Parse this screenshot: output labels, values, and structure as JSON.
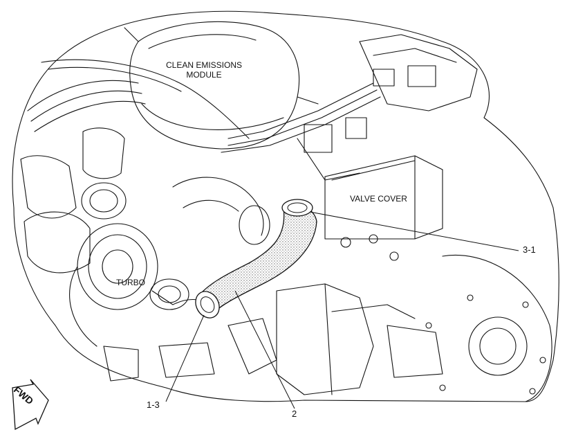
{
  "labels": {
    "module_line1": "CLEAN EMISSIONS",
    "module_line2": "MODULE",
    "valve_cover": "VALVE COVER",
    "turbo": "TURBO"
  },
  "callouts": {
    "c3_1": "3-1",
    "c1_3": "1-3",
    "c2": "2"
  },
  "orientation": {
    "forward": "FWD"
  },
  "colors": {
    "line": "#111111",
    "stipple": "#888888",
    "background": "#ffffff"
  }
}
